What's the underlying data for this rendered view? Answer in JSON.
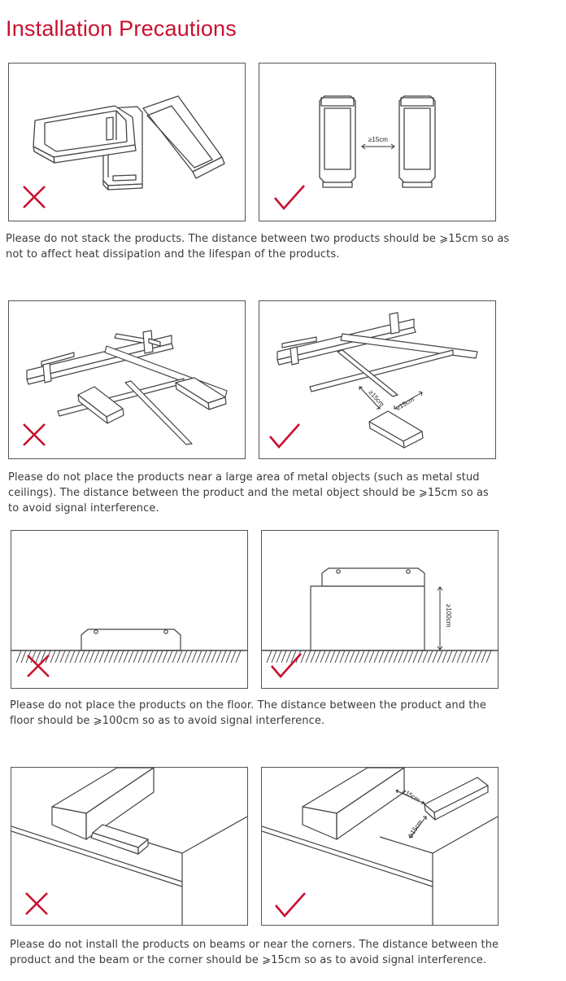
{
  "page": {
    "title": "Installation Precautions"
  },
  "sections": [
    {
      "caption": "Please do not stack the products. The distance between two products should be ⩾15cm so as not to affect heat dissipation and the lifespan of the products.",
      "right_labels": [
        "≥15cm"
      ]
    },
    {
      "caption": "Please do not place the products near a large area of metal objects (such as metal stud ceilings). The distance between the product and the metal object should be ⩾15cm so as to avoid signal interference.",
      "right_labels": [
        "≥15cm",
        "≥15cm"
      ]
    },
    {
      "caption": "Please do not place the products on the floor. The distance between the product and the floor should be ⩾100cm so as to avoid signal interference.",
      "right_labels": [
        "≥100cm"
      ]
    },
    {
      "caption": "Please do not install the products on beams or near the corners. The distance between the product and the beam or the corner should be ⩾15cm so as to avoid signal interference.",
      "right_labels": [
        "≥15cm",
        "≥15cm"
      ]
    }
  ],
  "colors": {
    "accent": "#c8102e",
    "line": "#444444"
  },
  "icons": {
    "wrong": "cross-icon",
    "right": "check-icon"
  }
}
